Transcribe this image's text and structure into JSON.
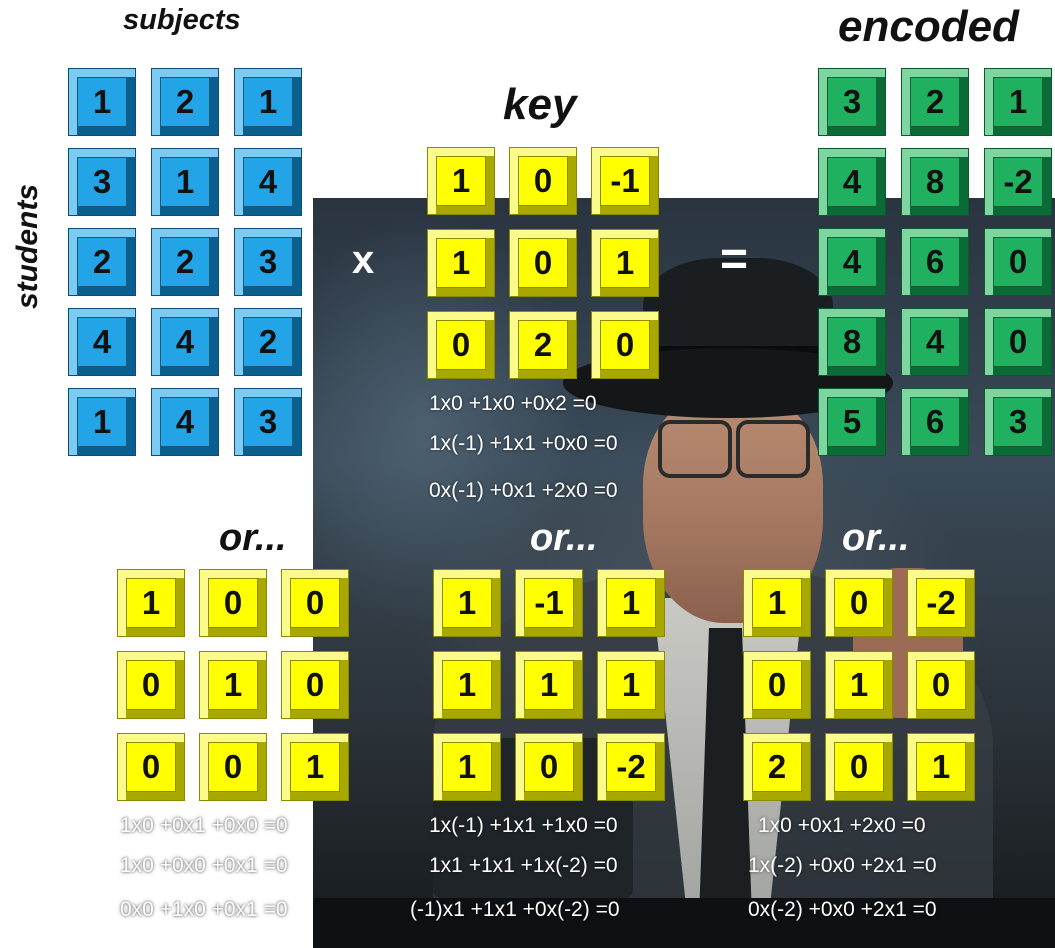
{
  "labels": {
    "subjects": "subjects",
    "encoded": "encoded",
    "key": "key",
    "students": "students",
    "or1": "or...",
    "or2": "or...",
    "or3": "or..."
  },
  "operators": {
    "times": "x",
    "equals": "="
  },
  "matrices": {
    "students_subjects": [
      [
        1,
        2,
        1
      ],
      [
        3,
        1,
        4
      ],
      [
        2,
        2,
        3
      ],
      [
        4,
        4,
        2
      ],
      [
        1,
        4,
        3
      ]
    ],
    "key": [
      [
        1,
        0,
        -1
      ],
      [
        1,
        0,
        1
      ],
      [
        0,
        2,
        0
      ]
    ],
    "encoded": [
      [
        3,
        2,
        1
      ],
      [
        4,
        8,
        -2
      ],
      [
        4,
        6,
        0
      ],
      [
        8,
        4,
        0
      ],
      [
        5,
        6,
        3
      ]
    ],
    "alt_key_1": [
      [
        1,
        0,
        0
      ],
      [
        0,
        1,
        0
      ],
      [
        0,
        0,
        1
      ]
    ],
    "alt_key_2": [
      [
        1,
        -1,
        1
      ],
      [
        1,
        1,
        1
      ],
      [
        1,
        0,
        -2
      ]
    ],
    "alt_key_3": [
      [
        1,
        0,
        -2
      ],
      [
        0,
        1,
        0
      ],
      [
        2,
        0,
        1
      ]
    ]
  },
  "calculations": {
    "key": [
      "1x0 +1x0 +0x2 =0",
      "1x(-1) +1x1 +0x0 =0",
      "0x(-1) +0x1 +2x0 =0"
    ],
    "alt_1": [
      "1x0 +0x1 +0x0 =0",
      "1x0 +0x0 +0x1 =0",
      "0x0 +1x0 +0x1 =0"
    ],
    "alt_2": [
      "1x(-1) +1x1 +1x0 =0",
      "1x1 +1x1 +1x(-2) =0",
      "(-1)x1 +1x1 +0x(-2) =0"
    ],
    "alt_3": [
      "1x0 +0x1 +2x0 =0",
      "1x(-2) +0x0 +2x1 =0",
      "0x(-2) +0x0 +2x1 =0"
    ]
  },
  "colors": {
    "students_tiles": "#22a4e6",
    "encoded_tiles": "#1fb060",
    "key_tiles": "#ffff00"
  }
}
